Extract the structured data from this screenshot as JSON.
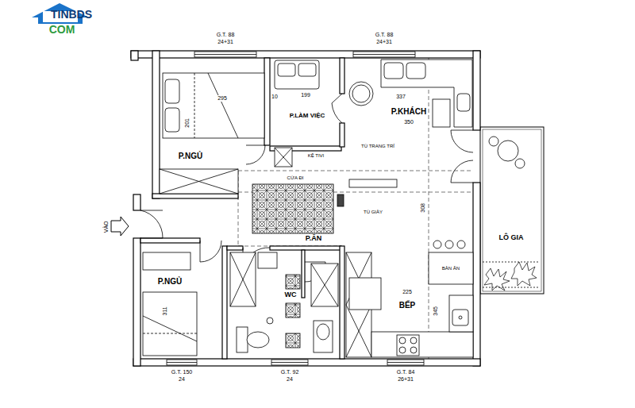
{
  "diagram": {
    "labels": [
      "TINBDS",
      "COM",
      "G.T. 88",
      "24+31",
      "G.T. 88",
      "24+31",
      "295",
      "10",
      "199",
      "337",
      "201",
      "P.NGỦ",
      "P.LÀM VIỆC",
      "P.KHÁCH",
      "350",
      "KỆ TIVI",
      "TỦ TRANG TRÍ",
      "CỬA ĐI",
      "TỦ GIÀY",
      "VÀO",
      "P.ĂN",
      "308",
      "BÀN ĂN",
      "P.NGỦ",
      "311",
      "WC",
      "225",
      "BẾP",
      "345",
      "LÔ GIA",
      "G.T. 150",
      "24",
      "G.T. 92",
      "24",
      "G.T. 84",
      "26+31"
    ]
  }
}
